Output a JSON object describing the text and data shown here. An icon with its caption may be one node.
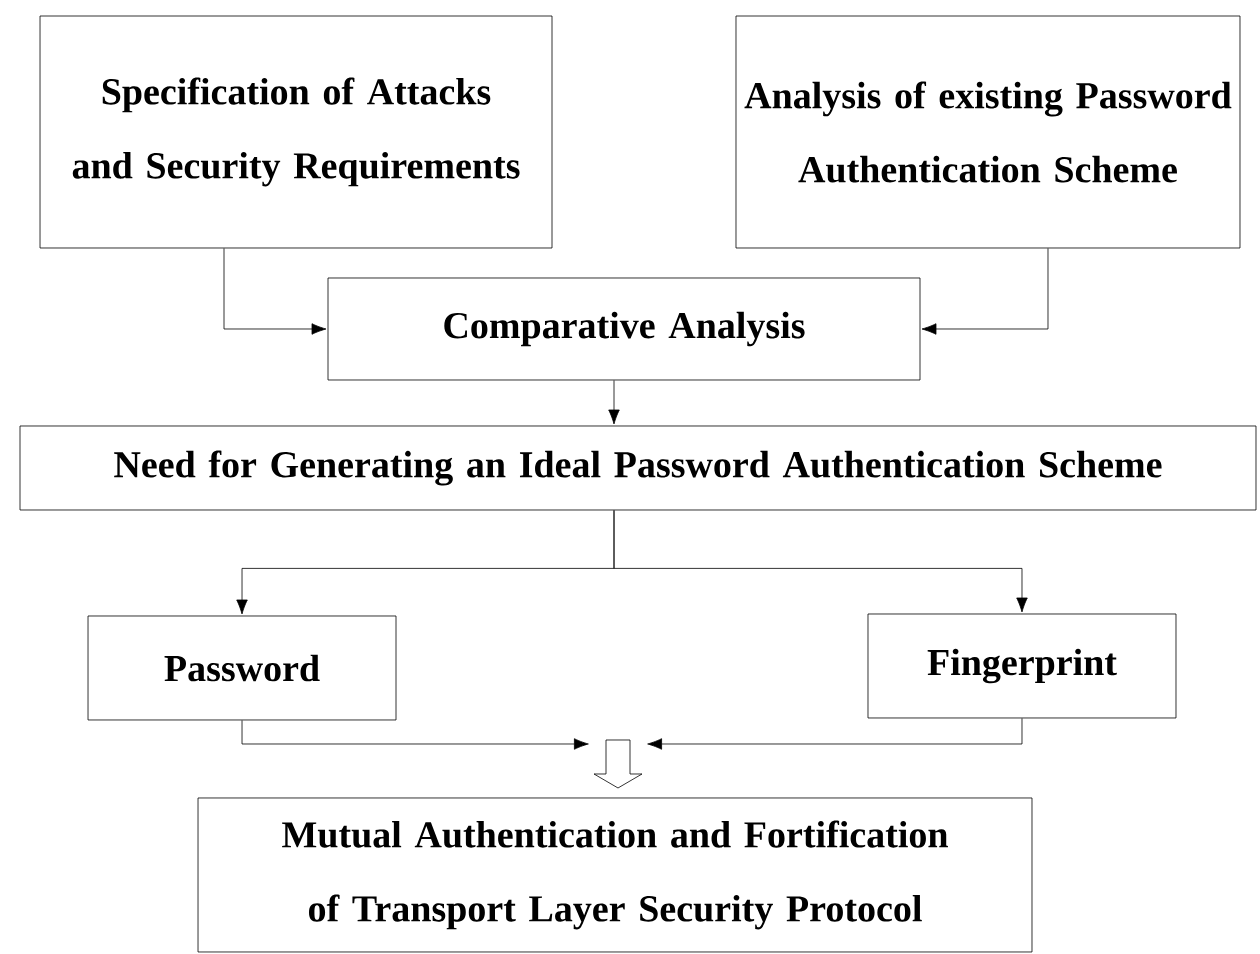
{
  "diagram": {
    "nodes": [
      {
        "text": [
          "Specification of Attacks and Security Requirements"
        ]
      },
      {
        "text": [
          "Analysis of existing Password Authentication Scheme"
        ]
      },
      {
        "text": [
          "Comparative Analysis"
        ]
      },
      {
        "text": [
          "Need for Generating an Ideal Password Authentication Scheme"
        ]
      },
      {
        "text": [
          "Password"
        ]
      },
      {
        "text": [
          "Fingerprint"
        ]
      },
      {
        "text": [
          "Mutual Authentication and Fortification of Transport Layer Security Protocol"
        ]
      }
    ],
    "edges": [
      {
        "from": 0,
        "to": 2,
        "arrow": "to"
      },
      {
        "from": 1,
        "to": 2,
        "arrow": "to"
      },
      {
        "from": 2,
        "to": 3,
        "arrow": "to"
      },
      {
        "from": 3,
        "to": 4,
        "arrow": "to"
      },
      {
        "from": 3,
        "to": 5,
        "arrow": "to"
      },
      {
        "from": 4,
        "to": 6,
        "arrow": "to"
      },
      {
        "from": 5,
        "to": 6,
        "arrow": "to"
      }
    ]
  }
}
